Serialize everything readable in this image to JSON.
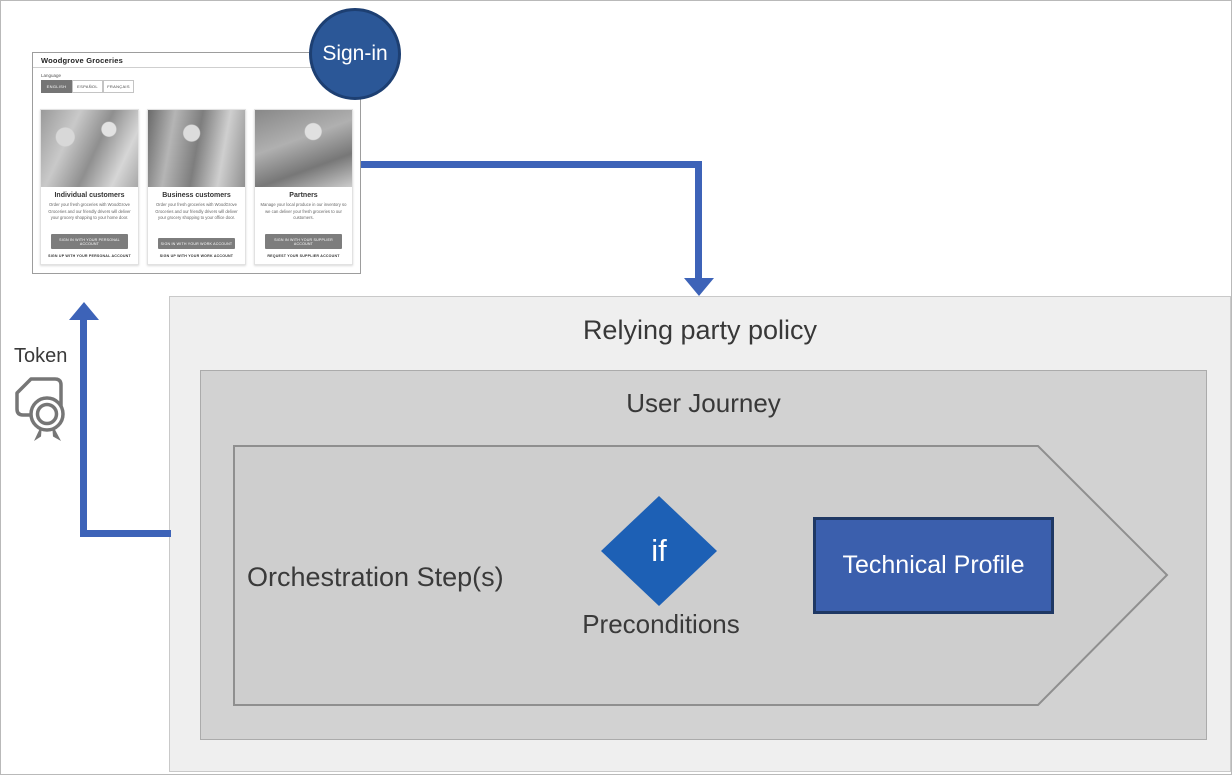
{
  "diagram": {
    "signin_label": "Sign-in",
    "token_label": "Token",
    "relying_party_title": "Relying party policy",
    "user_journey_title": "User Journey",
    "orchestration_label": "Orchestration Step(s)",
    "if_label": "if",
    "preconditions_label": "Preconditions",
    "technical_profile_label": "Technical Profile"
  },
  "browser": {
    "title": "Woodgrove Groceries",
    "language_label": "Language",
    "language_tabs": [
      {
        "label": "ENGLISH",
        "active": true
      },
      {
        "label": "ESPAÑOL",
        "active": false
      },
      {
        "label": "FRANÇAIS",
        "active": false
      }
    ],
    "cards": [
      {
        "title": "Individual customers",
        "description": "Order your fresh groceries with WoodGrove Groceries and our friendly drivers will deliver your grocery shopping to your home door.",
        "signin_button": "SIGN IN WITH YOUR PERSONAL ACCOUNT",
        "signup_link": "SIGN UP WITH YOUR PERSONAL ACCOUNT"
      },
      {
        "title": "Business customers",
        "description": "Order your fresh groceries with WoodGrove Groceries and our friendly drivers will deliver your grocery shopping to your office door.",
        "signin_button": "SIGN IN WITH YOUR WORK ACCOUNT",
        "signup_link": "SIGN UP WITH YOUR WORK ACCOUNT"
      },
      {
        "title": "Partners",
        "description": "Manage your local produce in our inventory so we can deliver your fresh groceries to our customers.",
        "signin_button": "SIGN IN WITH YOUR SUPPLIER ACCOUNT",
        "signup_link": "REQUEST YOUR SUPPLIER ACCOUNT"
      }
    ]
  },
  "icons": {
    "certificate": "certificate-icon",
    "arrow_down": "arrow-down-icon",
    "arrow_up": "arrow-up-icon"
  },
  "colors": {
    "arrow_blue": "#3d63b8",
    "signin_circle_fill": "#2b5797",
    "signin_circle_border": "#1d3f72",
    "diamond_blue": "#1d60b5",
    "technical_profile_fill": "#3b5fad",
    "technical_profile_border": "#1f3864",
    "relying_party_fill": "#efefef",
    "user_journey_fill": "#d2d2d2",
    "chevron_fill": "#cecece",
    "chevron_stroke": "#8f8f8f",
    "dark_text": "#3a3a3a",
    "active_tab_fill": "#757575"
  }
}
